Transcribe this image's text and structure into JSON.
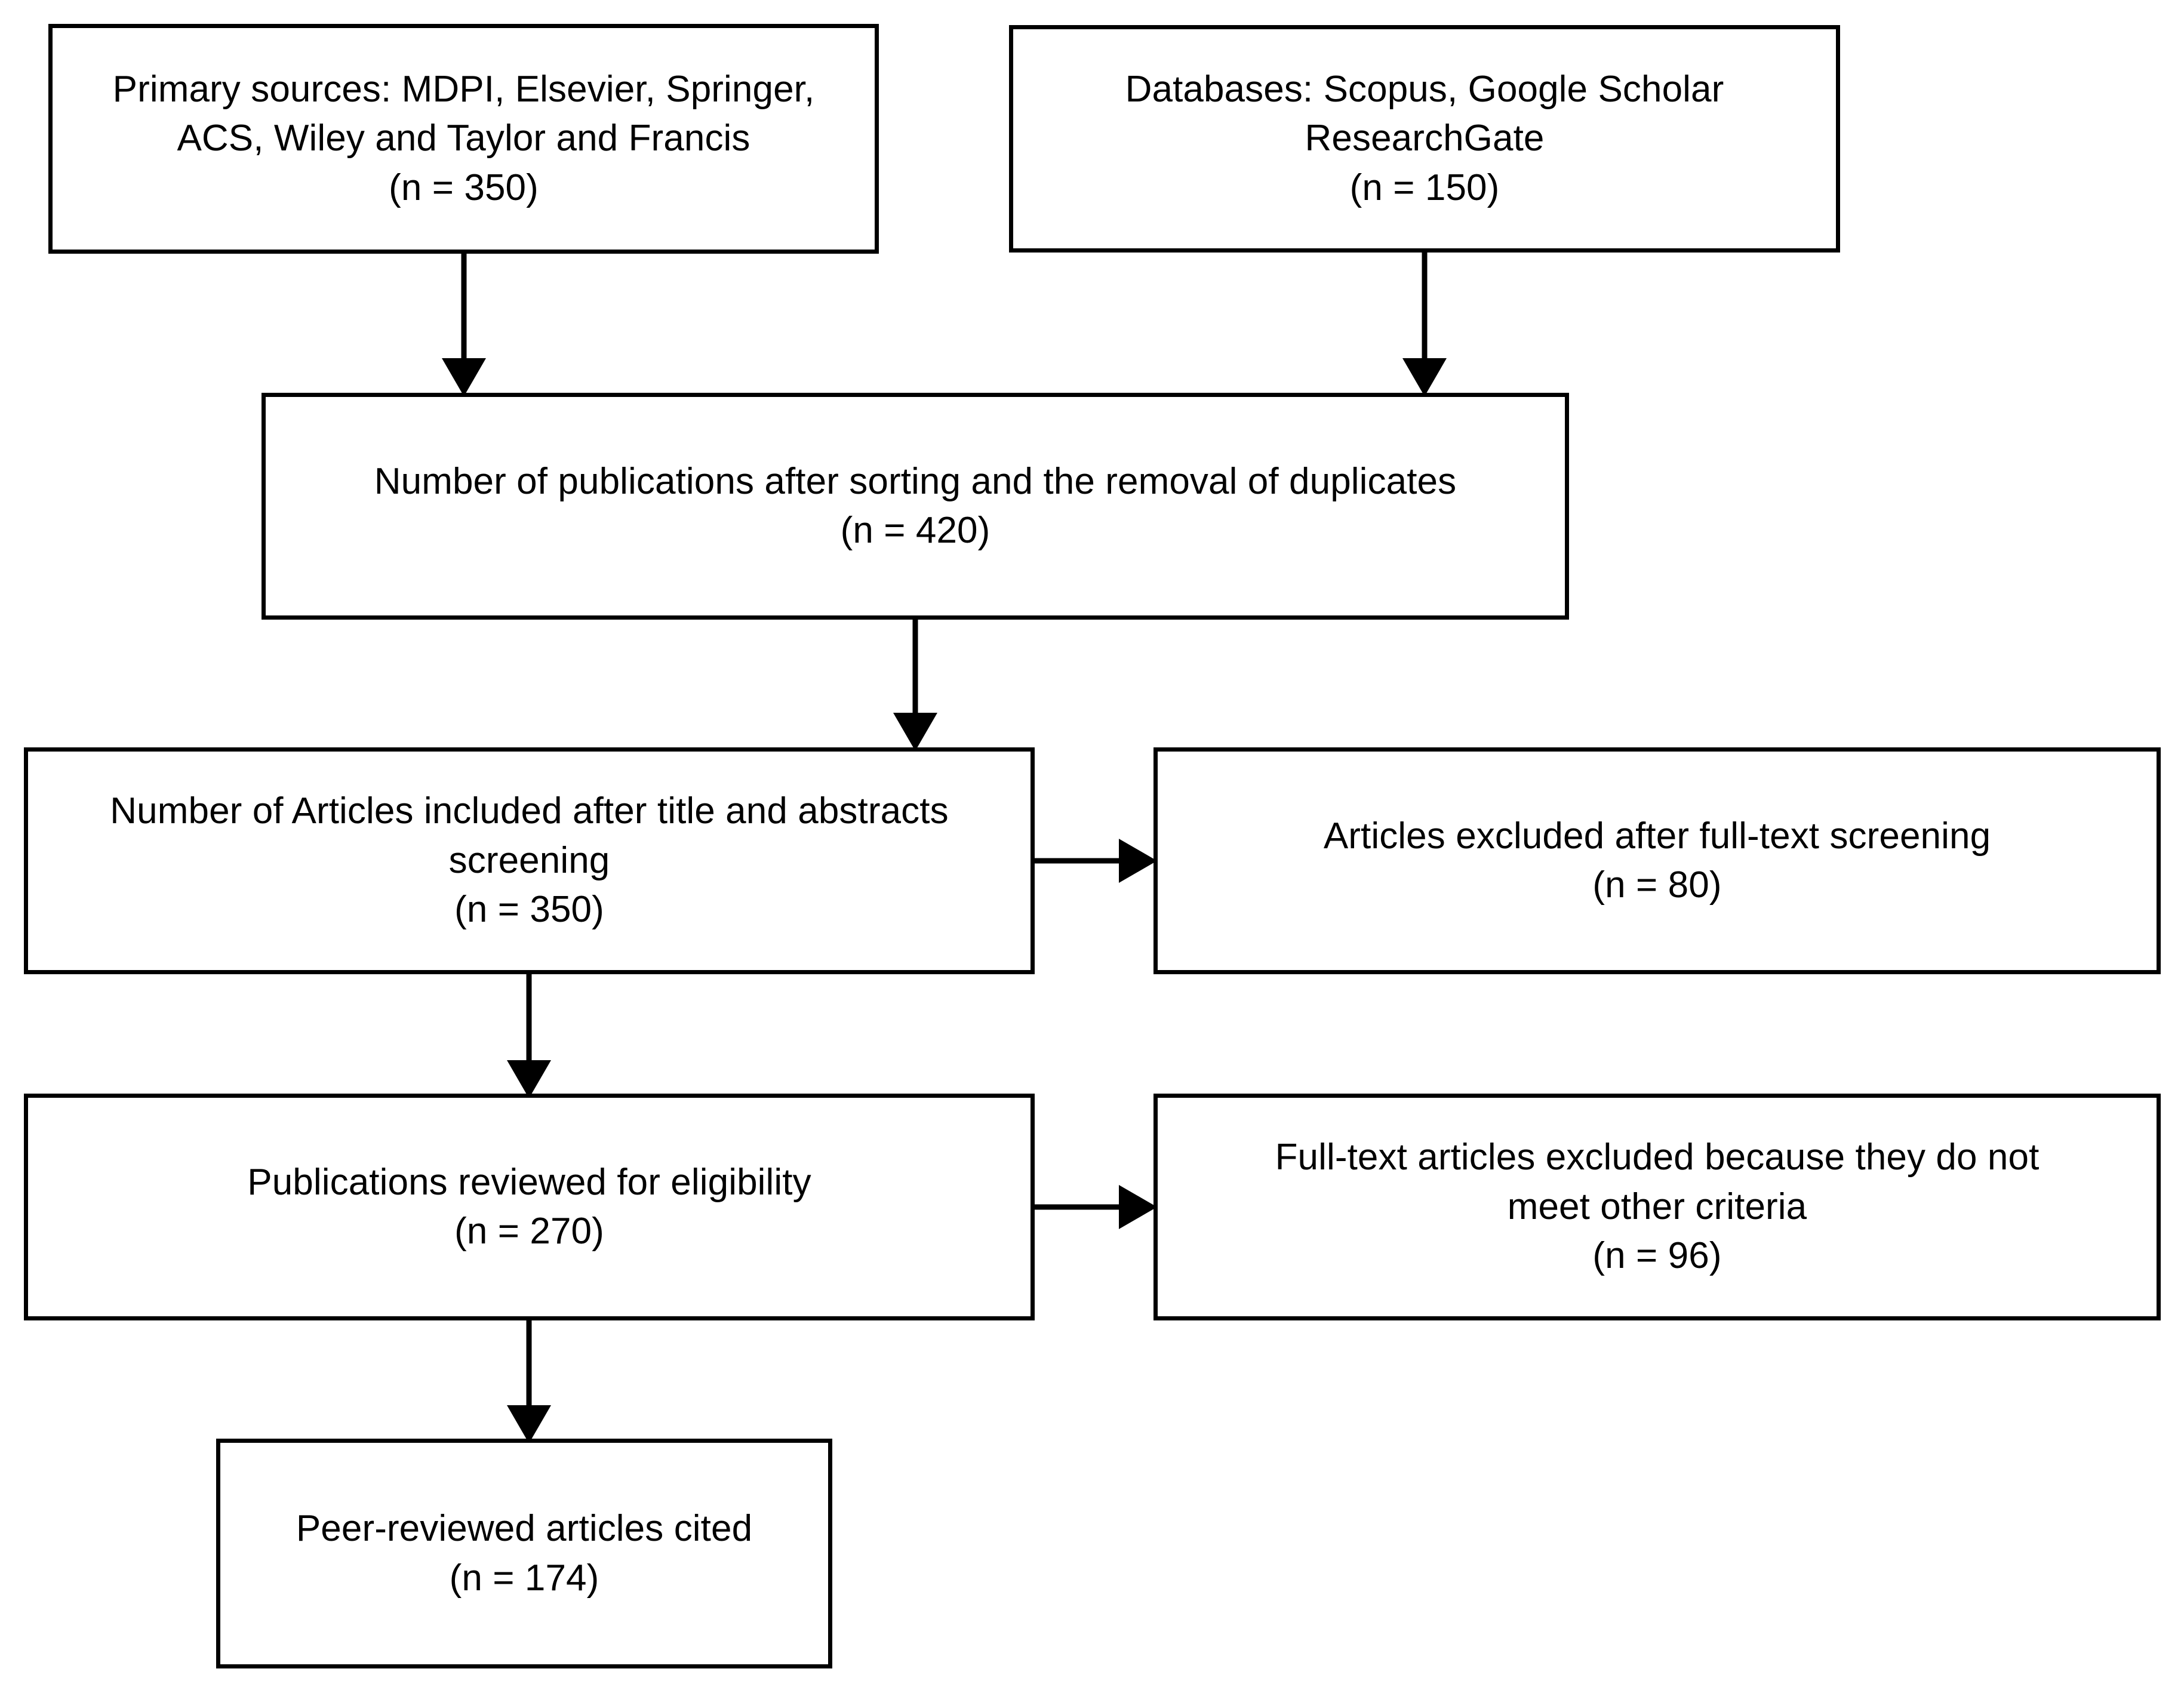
{
  "diagram": {
    "type": "flowchart",
    "title": "PRISMA literature selection flow diagram",
    "orientation": "top-to-bottom",
    "stroke_color": "#000000",
    "fill_color": "#ffffff",
    "nodes": [
      {
        "id": "primary-sources",
        "text": "Primary sources: MDPI, Elsevier, Springer,\nACS, Wiley and Taylor and Francis\n(n = 350)",
        "count": 350
      },
      {
        "id": "databases",
        "text": "Databases: Scopus, Google Scholar\nResearchGate\n(n = 150)",
        "count": 150
      },
      {
        "id": "after-duplicates",
        "text": "Number of publications after sorting and the removal of duplicates\n(n = 420)",
        "count": 420
      },
      {
        "id": "title-abstract",
        "text": "Number of Articles included after title and abstracts\nscreening\n(n = 350)",
        "count": 350
      },
      {
        "id": "excluded-fulltext",
        "text": "Articles excluded after full-text screening\n(n = 80)",
        "count": 80
      },
      {
        "id": "eligibility",
        "text": "Publications reviewed for eligibility\n(n = 270)",
        "count": 270
      },
      {
        "id": "excluded-criteria",
        "text": "Full-text articles excluded because they do not\nmeet other criteria\n(n = 96)",
        "count": 96
      },
      {
        "id": "peer-reviewed",
        "text": "Peer-reviewed articles cited\n(n = 174)",
        "count": 174
      }
    ],
    "edges": [
      {
        "id": "edge-primary-to-dedupe",
        "from": "primary-sources",
        "to": "after-duplicates",
        "direction": "down"
      },
      {
        "id": "edge-databases-to-dedupe",
        "from": "databases",
        "to": "after-duplicates",
        "direction": "down"
      },
      {
        "id": "edge-dedupe-to-screening",
        "from": "after-duplicates",
        "to": "title-abstract",
        "direction": "down"
      },
      {
        "id": "edge-screening-to-excluded",
        "from": "title-abstract",
        "to": "excluded-fulltext",
        "direction": "right"
      },
      {
        "id": "edge-screening-to-eligible",
        "from": "title-abstract",
        "to": "eligibility",
        "direction": "down"
      },
      {
        "id": "edge-eligible-to-criteria",
        "from": "eligibility",
        "to": "excluded-criteria",
        "direction": "right"
      },
      {
        "id": "edge-eligible-to-cited",
        "from": "eligibility",
        "to": "peer-reviewed",
        "direction": "down"
      }
    ]
  }
}
